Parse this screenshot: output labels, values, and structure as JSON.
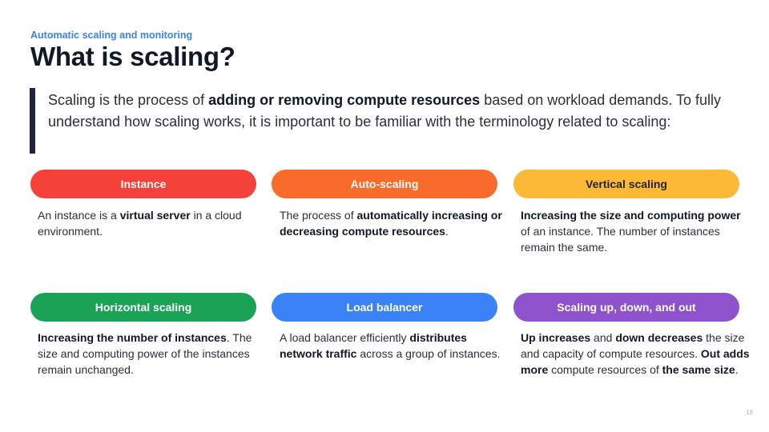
{
  "header": {
    "eyebrow": "Automatic scaling and monitoring",
    "title": "What is scaling?"
  },
  "intro": {
    "p1": "Scaling is the process of ",
    "b1": "adding or removing compute resources",
    "p2": " based on workload demands. To fully understand how scaling works, it is important to be familiar with the terminology related to scaling:"
  },
  "colors": {
    "instance": "#f4413a",
    "auto_scaling": "#f96b2a",
    "vertical_scaling": "#fcb935",
    "horizontal_scaling": "#1aa356",
    "load_balancer": "#3b82f6",
    "scaling_up_down_out": "#8e52cc",
    "accent": "#3b82f6",
    "quote_bar": "#1e2640"
  },
  "cards": {
    "instance": {
      "title": "Instance",
      "t1": "An instance is a ",
      "b1": "virtual server",
      "t2": " in a cloud environment."
    },
    "auto_scaling": {
      "title": "Auto-scaling",
      "t1": "The process of ",
      "b1": "automatically increasing or decreasing compute resources",
      "t2": "."
    },
    "vertical_scaling": {
      "title": "Vertical scaling",
      "b1": "Increasing the size and computing power",
      "t1": " of an instance. The number of instances remain the same."
    },
    "horizontal_scaling": {
      "title": "Horizontal scaling",
      "b1": "Increasing the number of instances",
      "t1": ". The size and computing power of the instances remain unchanged."
    },
    "load_balancer": {
      "title": "Load balancer",
      "t1": "A load balancer efficiently ",
      "b1": "distributes network traffic",
      "t2": " across a group of instances."
    },
    "scaling_up_down_out": {
      "title": "Scaling up, down, and out",
      "b1": "Up increases",
      "t1": " and ",
      "b2": "down decreases",
      "t2": " the size and  capacity of compute resources. ",
      "b3": "Out adds more",
      "t3": " compute resources of ",
      "b4": "the same size",
      "t4": "."
    }
  },
  "footer": {
    "page_number": "18"
  }
}
